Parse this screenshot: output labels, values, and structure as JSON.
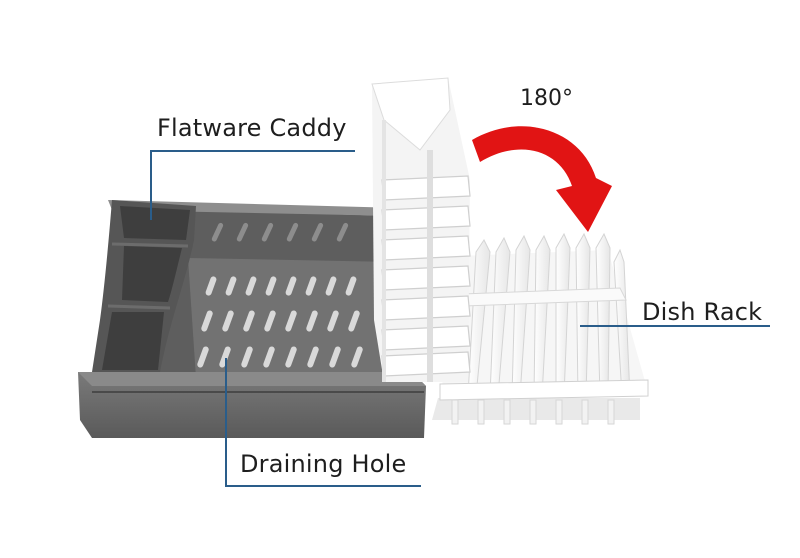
{
  "labels": {
    "flatware_caddy": "Flatware Caddy",
    "dish_rack": "Dish Rack",
    "draining_hole": "Draining Hole",
    "rotation": "180°"
  },
  "colors": {
    "tray": "#6f6f6f",
    "tray_dark": "#4e4e4e",
    "tray_light": "#8a8a8a",
    "rack": "#f4f4f4",
    "rack_shadow": "#d6d6d6",
    "arrow": "#e11414",
    "callout_line": "#2a5d8a"
  }
}
